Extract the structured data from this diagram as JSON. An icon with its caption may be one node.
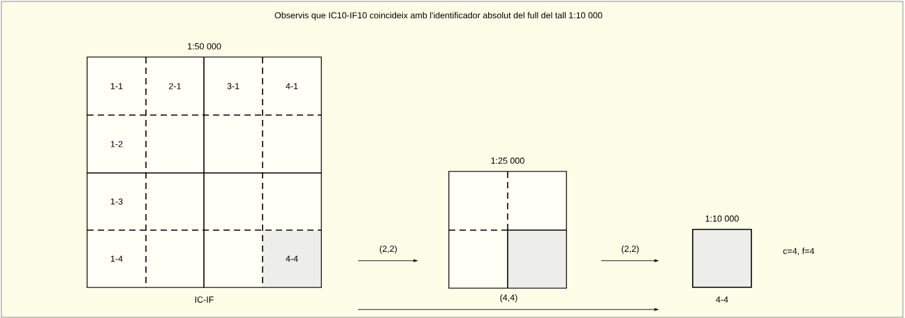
{
  "diagram": {
    "title": "Observis que IC10-IF10 coincideix amb l'identificador absolut del full del tall 1:10 000",
    "nodes": [
      {
        "text": [
          "1:50 000"
        ],
        "beside": [
          "IC-IF"
        ]
      },
      {
        "text": [
          "1-1"
        ],
        "in": 0
      },
      {
        "text": [
          "2-1"
        ],
        "in": 0
      },
      {
        "text": [
          "3-1"
        ],
        "in": 0
      },
      {
        "text": [
          "4-1"
        ],
        "in": 0
      },
      {
        "text": [
          "1-2"
        ],
        "in": 0
      },
      {
        "text": [],
        "shape": "box",
        "in": 0
      },
      {
        "text": [],
        "shape": "box",
        "in": 0
      },
      {
        "text": [],
        "shape": "box",
        "in": 0
      },
      {
        "text": [
          "1-3"
        ],
        "in": 0
      },
      {
        "text": [],
        "shape": "box",
        "in": 0
      },
      {
        "text": [],
        "shape": "box",
        "in": 0
      },
      {
        "text": [],
        "shape": "box",
        "in": 0
      },
      {
        "text": [
          "1-4"
        ],
        "in": 0
      },
      {
        "text": [],
        "shape": "box",
        "in": 0
      },
      {
        "text": [],
        "shape": "box",
        "in": 0
      },
      {
        "text": [
          "4-4"
        ],
        "in": 0
      },
      {
        "text": [
          "1:25 000"
        ]
      },
      {
        "text": [],
        "shape": "box",
        "in": 17
      },
      {
        "text": [],
        "shape": "box",
        "in": 17
      },
      {
        "text": [],
        "shape": "box",
        "in": 17
      },
      {
        "text": [],
        "shape": "box",
        "in": 17
      },
      {
        "text": [
          "1:10 000"
        ],
        "beside": [
          "4-4",
          "c=4, f=4"
        ]
      }
    ],
    "edges": [
      {
        "from": 0,
        "to": 17,
        "arrow": "to",
        "label": "(2,2)"
      },
      {
        "from": 17,
        "to": 22,
        "arrow": "to",
        "label": "(2,2)"
      },
      {
        "from": 0,
        "to": 22,
        "arrow": "to",
        "label": "(4,4)"
      }
    ]
  }
}
